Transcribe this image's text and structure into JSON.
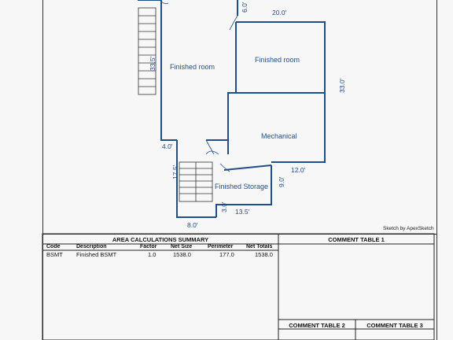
{
  "sketch": {
    "rooms": {
      "finished_room_left": "Finished room",
      "finished_room_right": "Finished room",
      "mechanical": "Mechanical",
      "finished_storage": "Finished Storage"
    },
    "dimensions": {
      "d_6": "6.0'",
      "d_20": "20.0'",
      "d_33": "33.0'",
      "d_33_5": "33.5'",
      "d_4": "4.0'",
      "d_12": "12.0'",
      "d_17_5": "17.5'",
      "d_9": "9.0'",
      "d_3": "3.0'",
      "d_13_5": "13.5'",
      "d_8": "8.0'"
    },
    "credit": "Sketch by ApexSketch"
  },
  "area_calc": {
    "title": "AREA CALCULATIONS SUMMARY",
    "columns": [
      "Code",
      "Description",
      "Factor",
      "Net Size",
      "Perimeter",
      "Net Totals"
    ],
    "rows": [
      [
        "BSMT",
        "Finished BSMT",
        "1.0",
        "1538.0",
        "177.0",
        "1538.0"
      ]
    ]
  },
  "comments": {
    "table1": "COMMENT TABLE 1",
    "table2": "COMMENT TABLE 2",
    "table3": "COMMENT TABLE 3"
  }
}
